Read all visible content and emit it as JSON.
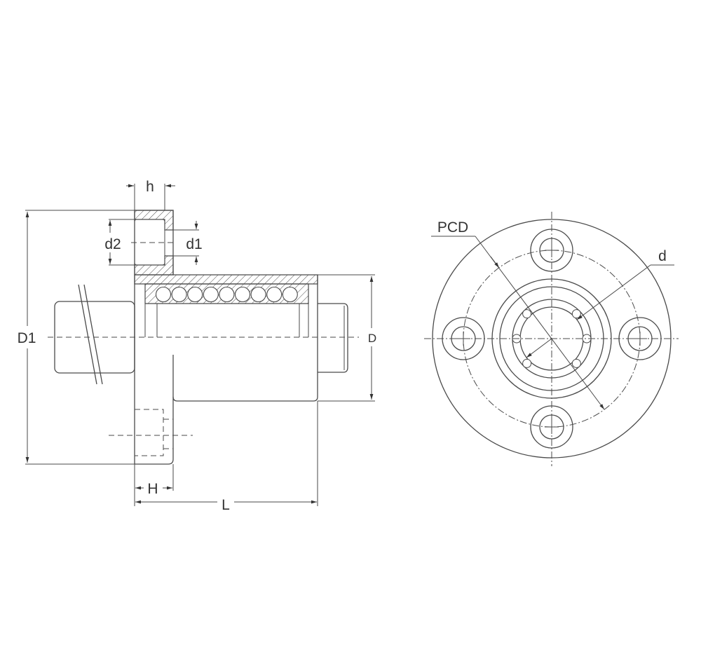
{
  "drawing": {
    "side_view_labels": {
      "h": "h",
      "d2": "d2",
      "d1": "d1",
      "D1": "D1",
      "D": "D",
      "H": "H",
      "L": "L"
    },
    "front_view_labels": {
      "PCD": "PCD",
      "d": "d"
    },
    "line_color": "#4a4a4a"
  }
}
